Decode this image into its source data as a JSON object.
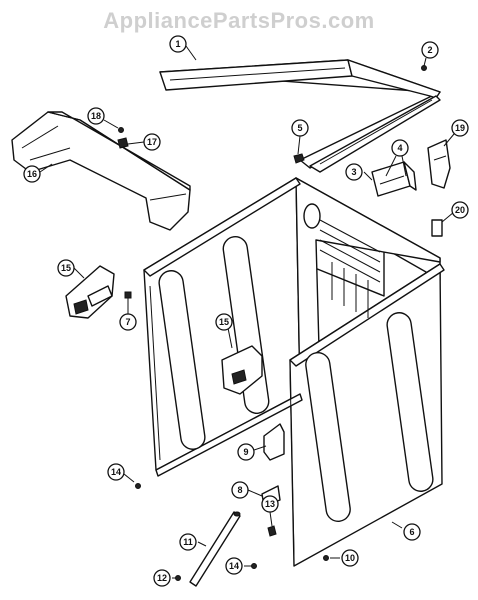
{
  "watermark": "AppliancePartsPros.com",
  "callouts": [
    {
      "id": "callout-1",
      "label": "1"
    },
    {
      "id": "callout-2",
      "label": "2"
    },
    {
      "id": "callout-3",
      "label": "3"
    },
    {
      "id": "callout-4",
      "label": "4"
    },
    {
      "id": "callout-5",
      "label": "5"
    },
    {
      "id": "callout-6",
      "label": "6"
    },
    {
      "id": "callout-7",
      "label": "7"
    },
    {
      "id": "callout-8",
      "label": "8"
    },
    {
      "id": "callout-9",
      "label": "9"
    },
    {
      "id": "callout-10",
      "label": "10"
    },
    {
      "id": "callout-11",
      "label": "11"
    },
    {
      "id": "callout-12",
      "label": "12"
    },
    {
      "id": "callout-13",
      "label": "13"
    },
    {
      "id": "callout-14a",
      "label": "14"
    },
    {
      "id": "callout-14b",
      "label": "14"
    },
    {
      "id": "callout-15a",
      "label": "15"
    },
    {
      "id": "callout-15b",
      "label": "15"
    },
    {
      "id": "callout-16",
      "label": "16"
    },
    {
      "id": "callout-17",
      "label": "17"
    },
    {
      "id": "callout-18",
      "label": "18"
    },
    {
      "id": "callout-19",
      "label": "19"
    },
    {
      "id": "callout-20",
      "label": "20"
    }
  ]
}
